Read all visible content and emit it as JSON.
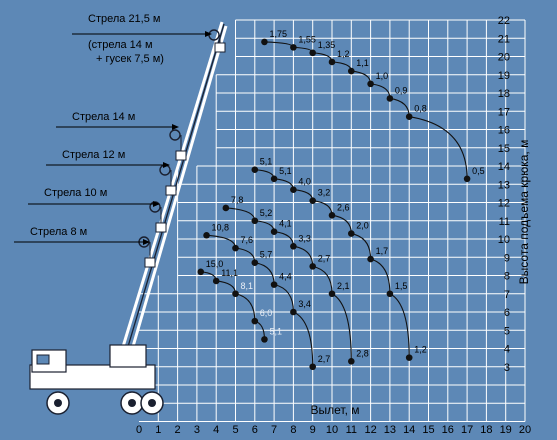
{
  "chart_data": {
    "type": "line",
    "xlabel": "Вылет, м",
    "ylabel": "Высота подъема крюка, м",
    "xlim": [
      0,
      20
    ],
    "ylim": [
      0,
      22
    ],
    "x_ticks": [
      "0",
      "1",
      "2",
      "3",
      "4",
      "5",
      "6",
      "7",
      "8",
      "9",
      "10",
      "11",
      "12",
      "13",
      "14",
      "15",
      "16",
      "17",
      "18",
      "19",
      "20"
    ],
    "y_ticks": [
      "3",
      "4",
      "5",
      "6",
      "7",
      "8",
      "9",
      "10",
      "11",
      "12",
      "13",
      "14",
      "15",
      "16",
      "17",
      "18",
      "19",
      "20",
      "21",
      "22"
    ],
    "grid": true,
    "boom_labels": [
      {
        "text": "Стрела 21,5 м",
        "sub1": "(стрела 14 м",
        "sub2": "+ гусек 7,5 м)"
      },
      {
        "text": "Стрела 14 м"
      },
      {
        "text": "Стрела 12 м"
      },
      {
        "text": "Стрела 10 м"
      },
      {
        "text": "Стрела 8 м"
      }
    ],
    "series": [
      {
        "points": [
          {
            "x": 6.5,
            "y": 20.8,
            "label": "1,75"
          },
          {
            "x": 8,
            "y": 20.5,
            "label": "1,55"
          },
          {
            "x": 9,
            "y": 20.2,
            "label": "1,35"
          },
          {
            "x": 10,
            "y": 19.7,
            "label": "1,2"
          },
          {
            "x": 11,
            "y": 19.2,
            "label": "1,1"
          },
          {
            "x": 12,
            "y": 18.5,
            "label": "1,0"
          },
          {
            "x": 13,
            "y": 17.7,
            "label": "0,9"
          },
          {
            "x": 14,
            "y": 16.7,
            "label": "0,8"
          },
          {
            "x": 17,
            "y": 13.3,
            "label": "0,5"
          }
        ]
      },
      {
        "points": [
          {
            "x": 6,
            "y": 13.8,
            "label": "5,1"
          },
          {
            "x": 7,
            "y": 13.3,
            "label": "5,1"
          },
          {
            "x": 8,
            "y": 12.7,
            "label": "4,0"
          },
          {
            "x": 9,
            "y": 12.1,
            "label": "3,2"
          },
          {
            "x": 10,
            "y": 11.3,
            "label": "2,6"
          },
          {
            "x": 11,
            "y": 10.3,
            "label": "2,0"
          },
          {
            "x": 12,
            "y": 8.9,
            "label": "1,7"
          },
          {
            "x": 13,
            "y": 7.0,
            "label": "1,5"
          },
          {
            "x": 14,
            "y": 3.5,
            "label": "1,2"
          }
        ]
      },
      {
        "points": [
          {
            "x": 4.5,
            "y": 11.7,
            "label": "7,8"
          },
          {
            "x": 6,
            "y": 11.0,
            "label": "5,2"
          },
          {
            "x": 7,
            "y": 10.4,
            "label": "4,1"
          },
          {
            "x": 8,
            "y": 9.6,
            "label": "3,3"
          },
          {
            "x": 9,
            "y": 8.5,
            "label": "2,7"
          },
          {
            "x": 10,
            "y": 7.0,
            "label": "2,1"
          },
          {
            "x": 11,
            "y": 3.3,
            "label": "2,8"
          }
        ]
      },
      {
        "points": [
          {
            "x": 3.5,
            "y": 10.2,
            "label": "10,8"
          },
          {
            "x": 5,
            "y": 9.5,
            "label": "7,6"
          },
          {
            "x": 6,
            "y": 8.7,
            "label": "5,7"
          },
          {
            "x": 7,
            "y": 7.5,
            "label": "4,4"
          },
          {
            "x": 8,
            "y": 6.0,
            "label": "3,4"
          },
          {
            "x": 9,
            "y": 3.0,
            "label": "2,7"
          }
        ]
      },
      {
        "points": [
          {
            "x": 3.2,
            "y": 8.2,
            "label": "15,0"
          },
          {
            "x": 4,
            "y": 7.7,
            "label": "11,1"
          },
          {
            "x": 5,
            "y": 7.0,
            "label": "8,1"
          },
          {
            "x": 6,
            "y": 5.5,
            "label": "6,0"
          },
          {
            "x": 6.5,
            "y": 4.5,
            "label": "5,1"
          }
        ]
      }
    ]
  }
}
